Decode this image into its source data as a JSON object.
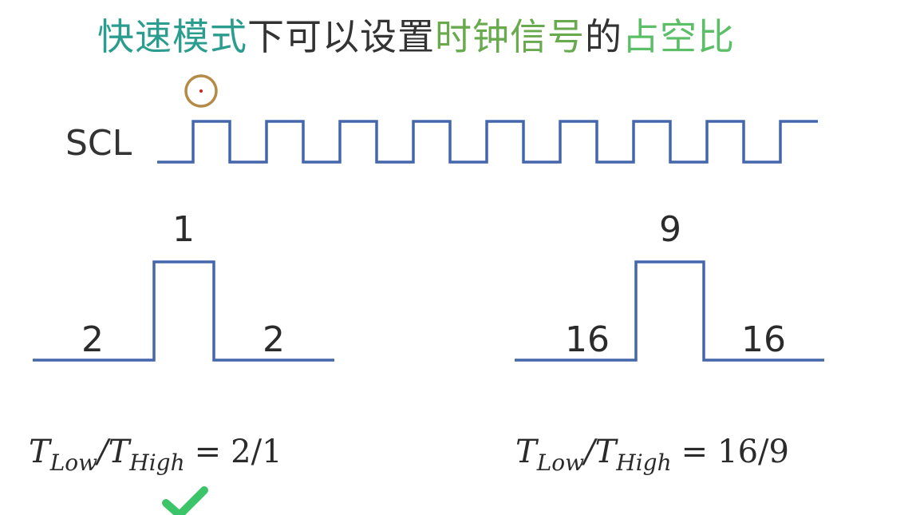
{
  "title": {
    "part1": "快速模式",
    "part2": "下可以设置",
    "part3": "时钟信号",
    "part4": "的",
    "part5": "占空比"
  },
  "scl_label": "SCL",
  "left_pulse": {
    "high_label": "1",
    "low_left_label": "2",
    "low_right_label": "2",
    "formula": {
      "t1": "T",
      "sub1": "Low",
      "slash": "/",
      "t2": "T",
      "sub2": "High",
      "eq": "=",
      "value": "2/1"
    }
  },
  "right_pulse": {
    "high_label": "9",
    "low_left_label": "16",
    "low_right_label": "16",
    "formula": {
      "t1": "T",
      "sub1": "Low",
      "slash": "/",
      "t2": "T",
      "sub2": "High",
      "eq": "=",
      "value": "16/9"
    }
  },
  "colors": {
    "waveform": "#4466aa",
    "title_teal": "#2a9d8f",
    "title_green": "#6aaa4f",
    "title_lightgreen": "#5cbf68",
    "checkmark": "#3cc46a",
    "cursor_ring": "#b58a47",
    "cursor_dot": "#cc2222"
  },
  "scl_cycles": 9,
  "icons": [
    "cursor-ring-icon",
    "checkmark-icon"
  ]
}
